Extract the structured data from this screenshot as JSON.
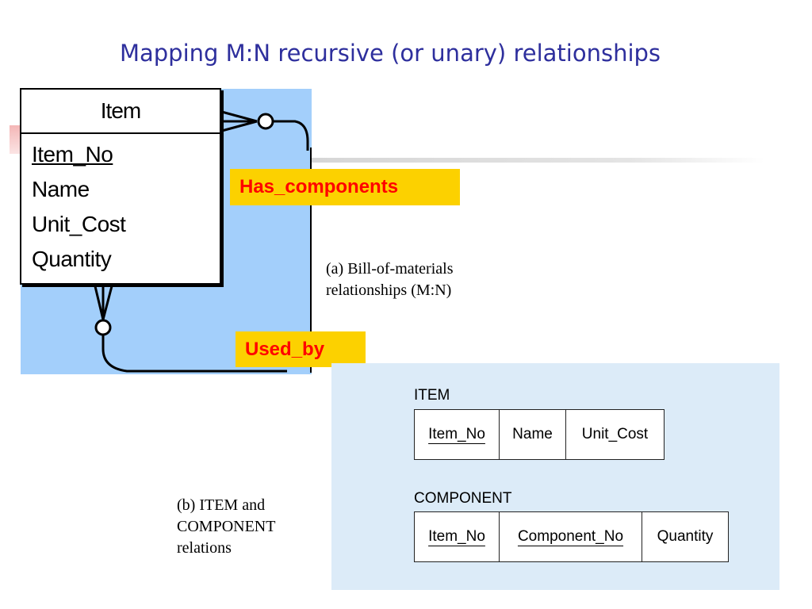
{
  "slide": {
    "title": "Mapping M:N recursive (or unary) relationships"
  },
  "er_diagram": {
    "entity": {
      "name": "Item",
      "attributes": [
        "Item_No",
        "Name",
        "Unit_Cost",
        "Quantity"
      ],
      "key_attribute": "Item_No"
    },
    "relationships": {
      "has_components": "Has_components",
      "used_by": "Used_by"
    },
    "caption": [
      "(a) Bill-of-materials",
      "relationships (M:N)"
    ]
  },
  "relations": {
    "item": {
      "name": "ITEM",
      "columns": [
        {
          "label": "Item_No",
          "key": true
        },
        {
          "label": "Name",
          "key": false
        },
        {
          "label": "Unit_Cost",
          "key": false
        }
      ]
    },
    "component": {
      "name": "COMPONENT",
      "columns": [
        {
          "label": "Item_No",
          "key": true
        },
        {
          "label": "Component_No",
          "key": true
        },
        {
          "label": "Quantity",
          "key": false
        }
      ]
    },
    "caption": [
      "(b) ITEM and",
      "COMPONENT",
      "relations"
    ]
  },
  "colors": {
    "title": "#2e2f9d",
    "er_panel_bg": "#a3cffb",
    "relationship_box_bg": "#fcd100",
    "relationship_text": "#ff0000",
    "relations_panel_bg": "#dcebf8",
    "arrow": "#29a3e0"
  }
}
